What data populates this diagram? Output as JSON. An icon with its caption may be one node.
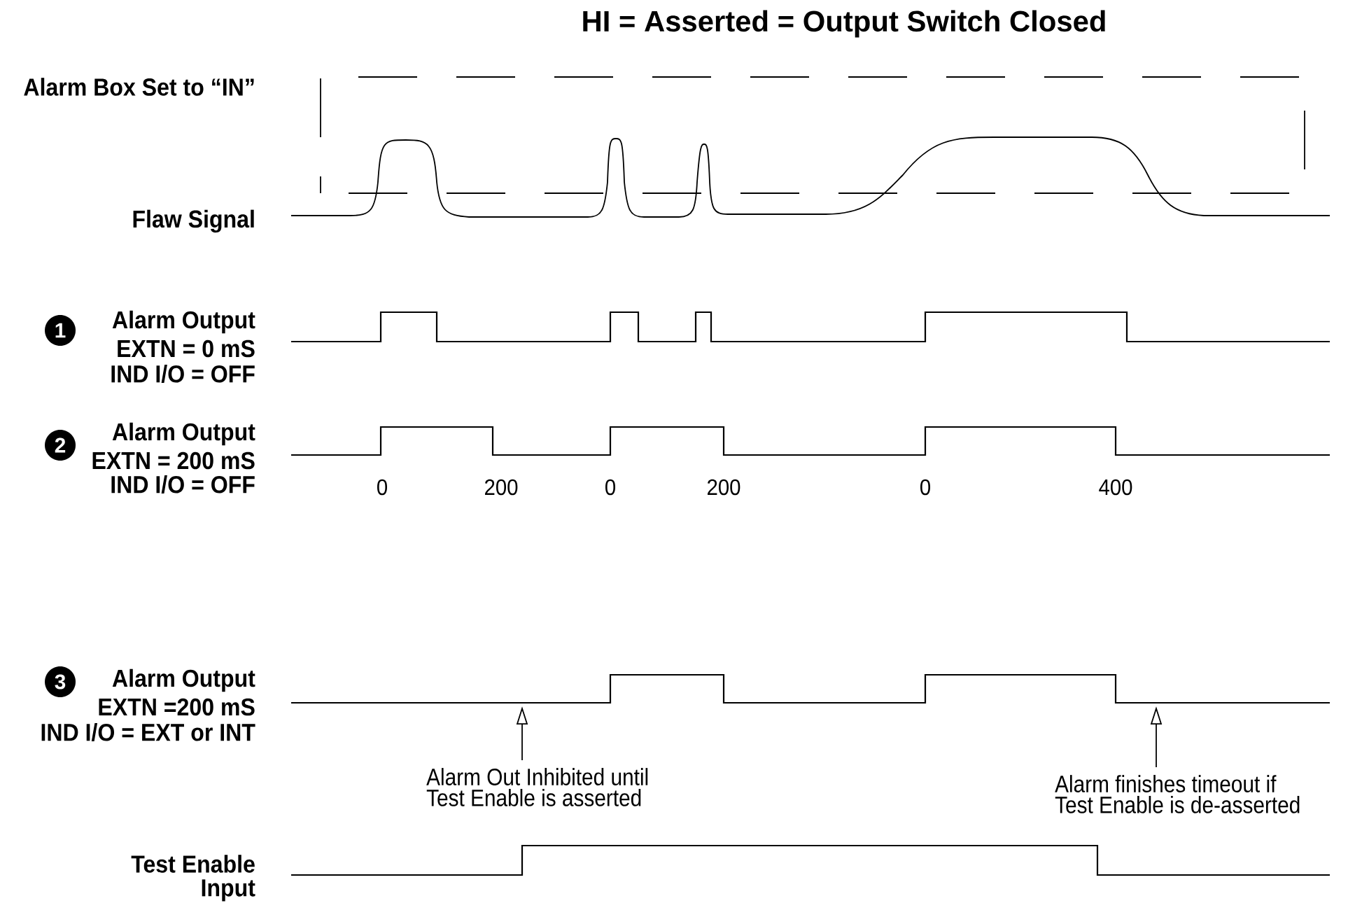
{
  "diagram": {
    "title": "HI = Asserted = Output Switch Closed",
    "nodes": [
      {
        "text": [],
        "shape": "box"
      },
      {
        "text": [],
        "shape": "picture"
      },
      {
        "text": [
          "Alarm Out Inhibited until Test Enable is asserted"
        ]
      },
      {
        "text": [
          "Alarm finishes timeout if Test Enable is de-asserted"
        ]
      }
    ],
    "edges": [
      {
        "from": 2,
        "to": 1,
        "arrow": "to"
      },
      {
        "from": 3,
        "to": 1,
        "arrow": "to"
      }
    ],
    "labels": [
      "Alarm Box Set to “IN”",
      "Flaw Signal",
      "1",
      "Alarm Output",
      "EXTN = 0 mS",
      "IND I/O = OFF",
      "2",
      "Alarm Output",
      "EXTN = 200 mS",
      "IND I/O = OFF",
      "0",
      "200",
      "0",
      "200",
      "0",
      "400",
      "3",
      "Alarm Output",
      "EXTN =200 mS",
      "IND I/O = EXT or INT",
      "Test Enable",
      "Input"
    ]
  }
}
